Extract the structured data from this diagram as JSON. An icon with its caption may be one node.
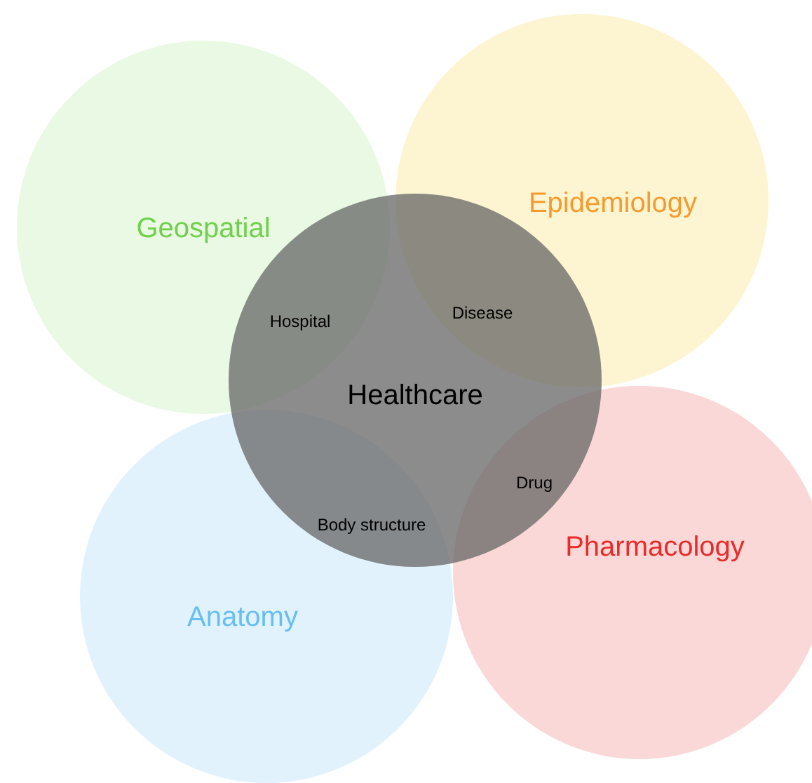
{
  "diagram": {
    "nodes": [
      {
        "text": [
          "Geospatial"
        ]
      },
      {
        "text": [
          "Epidemiology"
        ]
      },
      {
        "text": [
          "Pharmacology"
        ]
      },
      {
        "text": [
          "Anatomy"
        ]
      },
      {
        "text": [
          "Healthcare"
        ]
      }
    ],
    "labels": [
      "Hospital",
      "Disease",
      "Drug",
      "Body structure"
    ]
  }
}
